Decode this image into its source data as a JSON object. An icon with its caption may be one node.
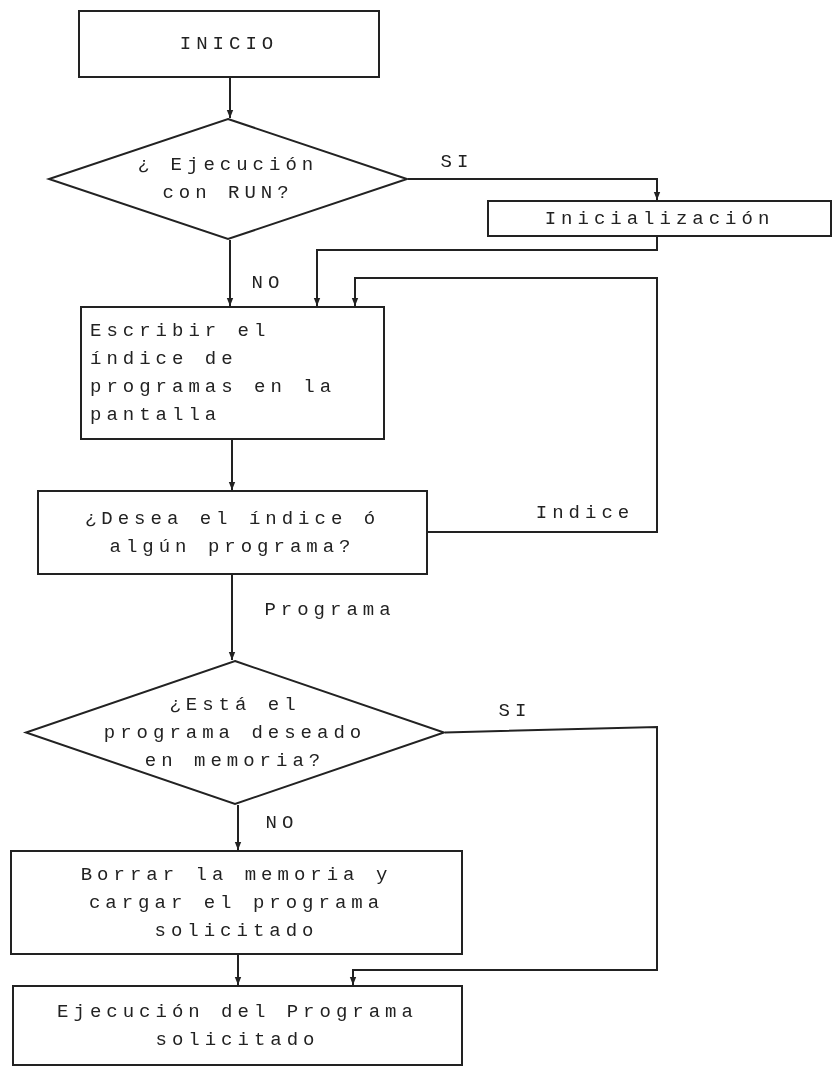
{
  "diagram": {
    "nodes": [
      {
        "text": [
          "INICIO"
        ]
      },
      {
        "text": [
          "¿ Ejecución con RUN?"
        ]
      },
      {
        "text": [
          "Inicialización"
        ]
      },
      {
        "text": [
          "Escribir el índice de programas en la pantalla"
        ]
      },
      {
        "text": [
          "¿Desea el índice ó algún programa?"
        ]
      },
      {
        "text": [
          "¿Está el programa deseado en memoria?"
        ]
      },
      {
        "text": [
          "Borrar la memoria y cargar el programa solicitado"
        ]
      },
      {
        "text": [
          "Ejecución del Programa solicitado"
        ]
      }
    ],
    "edges": [
      {
        "from": 0,
        "to": 1,
        "arrow": "to"
      },
      {
        "from": 1,
        "to": 2,
        "arrow": "to",
        "label": "SI"
      },
      {
        "from": 1,
        "to": 3,
        "arrow": "to",
        "label": "NO"
      },
      {
        "from": 2,
        "to": 3,
        "arrow": "to"
      },
      {
        "from": 4,
        "to": 3,
        "arrow": "to",
        "label": "Indice"
      },
      {
        "from": 3,
        "to": 4,
        "arrow": "to"
      },
      {
        "from": 4,
        "to": 5,
        "arrow": "to",
        "label": "Programa"
      },
      {
        "from": 5,
        "to": 6,
        "arrow": "to",
        "label": "NO"
      },
      {
        "from": 5,
        "to": 7,
        "arrow": "to",
        "label": "SI"
      },
      {
        "from": 6,
        "to": 7,
        "arrow": "to"
      }
    ]
  }
}
